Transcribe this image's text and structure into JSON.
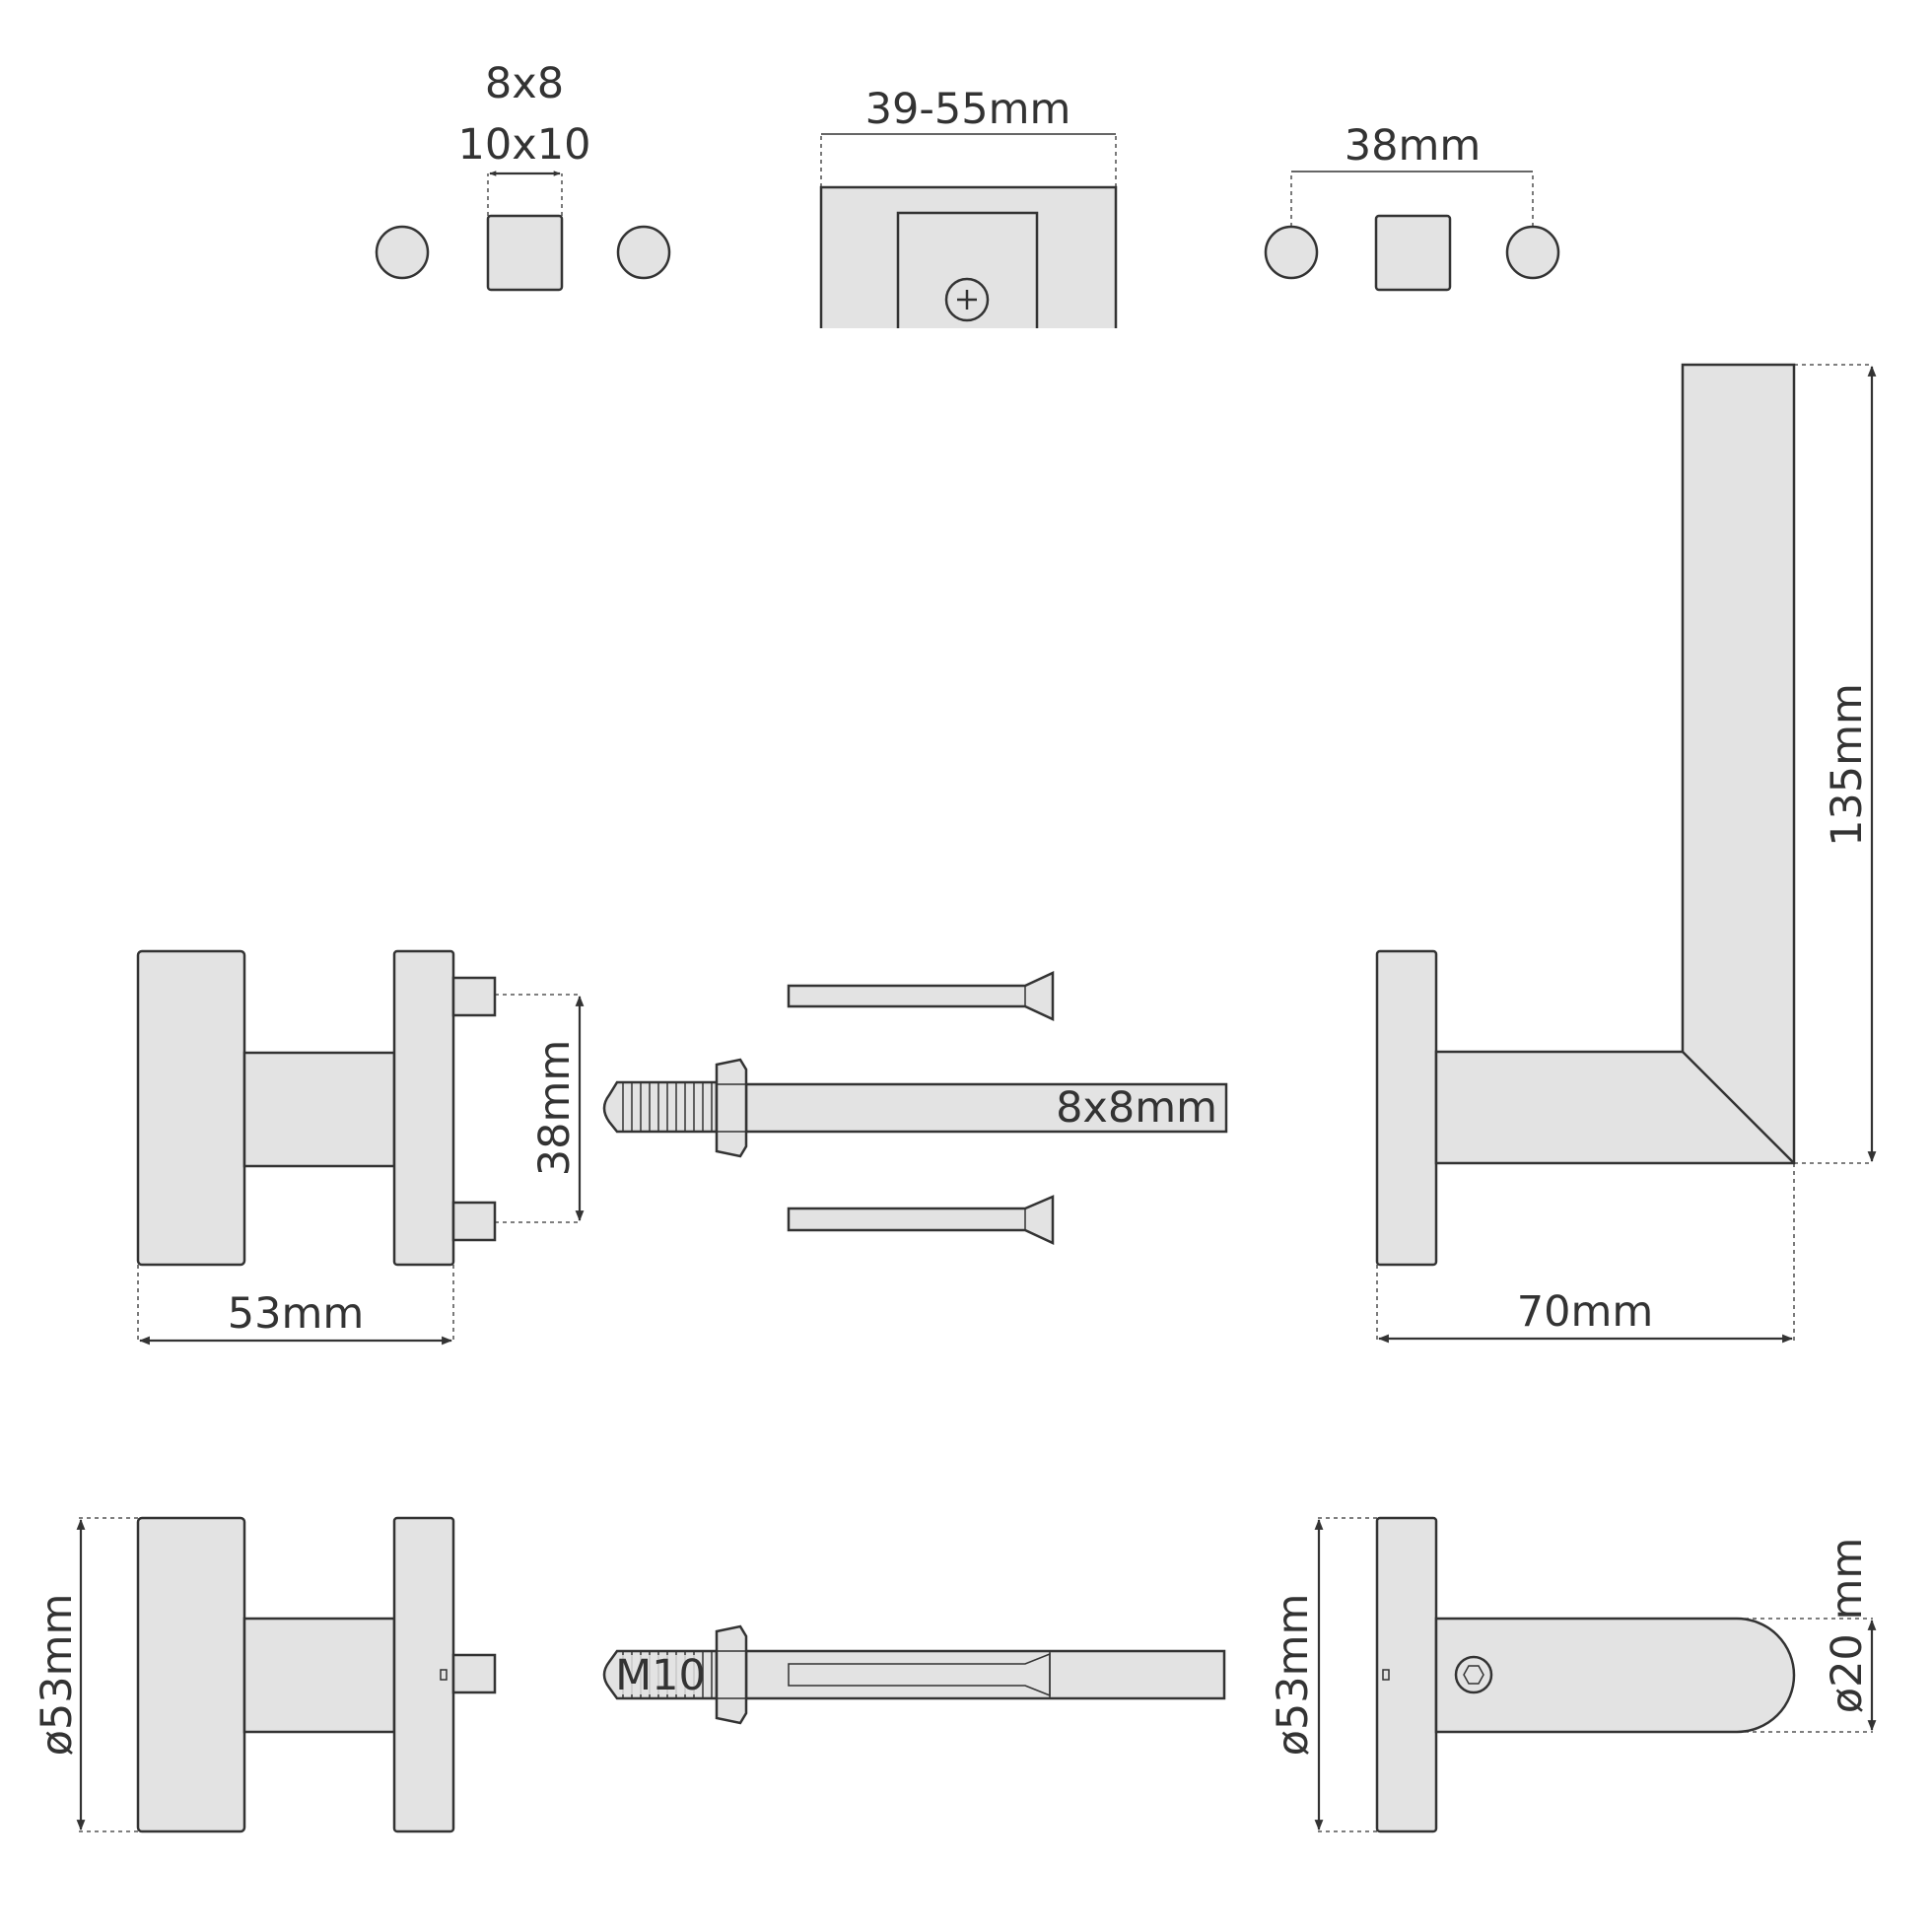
{
  "labels": {
    "spindle_sizes_top": "8x8",
    "spindle_sizes_bottom": "10x10",
    "door_thickness": "39-55mm",
    "fixing_distance_top": "38mm",
    "fixing_distance_side": "38mm",
    "spindle_label": "8x8mm",
    "knob_length": "53mm",
    "lever_projection": "70mm",
    "lever_length": "135mm",
    "rose_diameter_left": "ø53mm",
    "thread_label": "M10",
    "rose_diameter_right": "ø53mm",
    "lever_grip_diameter": "ø20 mm"
  },
  "colors": {
    "fill": "#e3e3e3",
    "stroke": "#333333",
    "background": "#ffffff"
  }
}
